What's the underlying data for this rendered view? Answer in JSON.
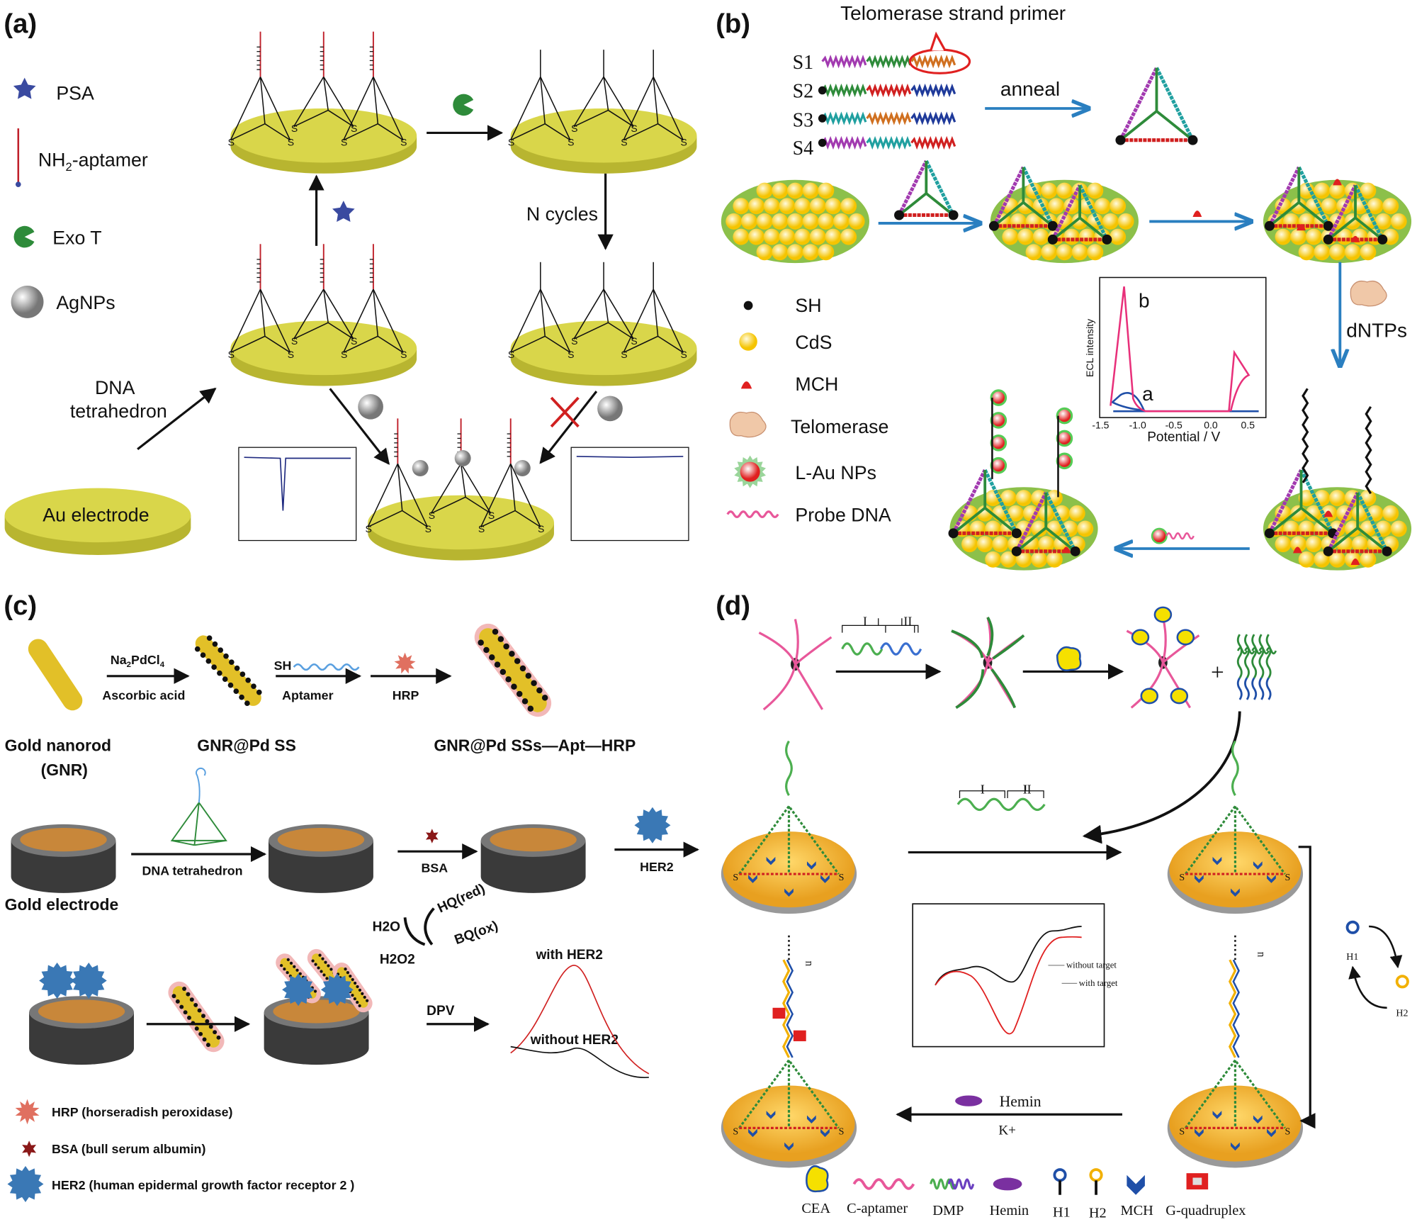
{
  "panel_a": {
    "label": "(a)",
    "legend": {
      "psa": "PSA",
      "aptamer_main": "NH",
      "aptamer_sub": "2",
      "aptamer_rest": "-aptamer",
      "exo": "Exo T",
      "agnps": "AgNPs"
    },
    "dna_tetrahedron_line1": "DNA",
    "dna_tetrahedron_line2": "tetrahedron",
    "au_electrode": "Au electrode",
    "n_cycles": "N cycles",
    "sulfur": "S"
  },
  "panel_b": {
    "label": "(b)",
    "primer_label": "Telomerase strand primer",
    "strands": [
      "S1",
      "S2",
      "S3",
      "S4"
    ],
    "anneal": "anneal",
    "dntps": "dNTPs",
    "legend": [
      "SH",
      "CdS",
      "MCH",
      "Telomerase",
      "L-Au NPs",
      "Probe DNA"
    ],
    "inset": {
      "ylabel": "ECL intensity",
      "xlabel": "Potential / V",
      "xticks": [
        "-1.5",
        "-1.0",
        "-0.5",
        "0.0",
        "0.5"
      ],
      "curve_a": "a",
      "curve_b": "b"
    }
  },
  "panel_c": {
    "label": "(c)",
    "na2pdcl4_main": "Na",
    "na2pdcl4_sub1": "2",
    "na2pdcl4_mid": "PdCl",
    "na2pdcl4_sub2": "4",
    "ascorbic_acid": "Ascorbic acid",
    "sh": "SH",
    "aptamer": "Aptamer",
    "hrp": "HRP",
    "gold_nanorod": "Gold nanorod",
    "gnr": "(GNR)",
    "gnr_pd": "GNR@Pd SS",
    "gnr_pd_apt_hrp": "GNR@Pd SSs—Apt—HRP",
    "dna_tetrahedron": "DNA tetrahedron",
    "bsa": "BSA",
    "her2": "HER2",
    "gold_electrode": "Gold electrode",
    "h2o": "H2O",
    "h2o2": "H2O2",
    "hq": "HQ(red)",
    "bq": "BQ(ox)",
    "dpv": "DPV",
    "with_her2": "with HER2",
    "without_her2": "without HER2",
    "legend": [
      "HRP (horseradish peroxidase)",
      "BSA (bull serum albumin)",
      "HER2 (human epidermal growth factor receptor 2 )"
    ]
  },
  "panel_d": {
    "label": "(d)",
    "segment_1": "I",
    "segment_2": "II",
    "plus": "+",
    "inset_without": "without target",
    "inset_with": "with target",
    "hemin": "Hemin",
    "k_plus": "K+",
    "n": "n",
    "h1": "H1",
    "h2": "H2",
    "sulfur": "S",
    "legend": [
      "CEA",
      "C-aptamer",
      "DMP",
      "Hemin",
      "H1",
      "H2",
      "MCH",
      "G-quadruplex"
    ]
  },
  "colors": {
    "gold_disc": "#d9d64a",
    "blue_arrow": "#2a7fc0",
    "cds_green": "#8cc04a",
    "pink": "#e8579a",
    "orange_electrode": "#f2b233",
    "her2_blue": "#3a78b5"
  }
}
